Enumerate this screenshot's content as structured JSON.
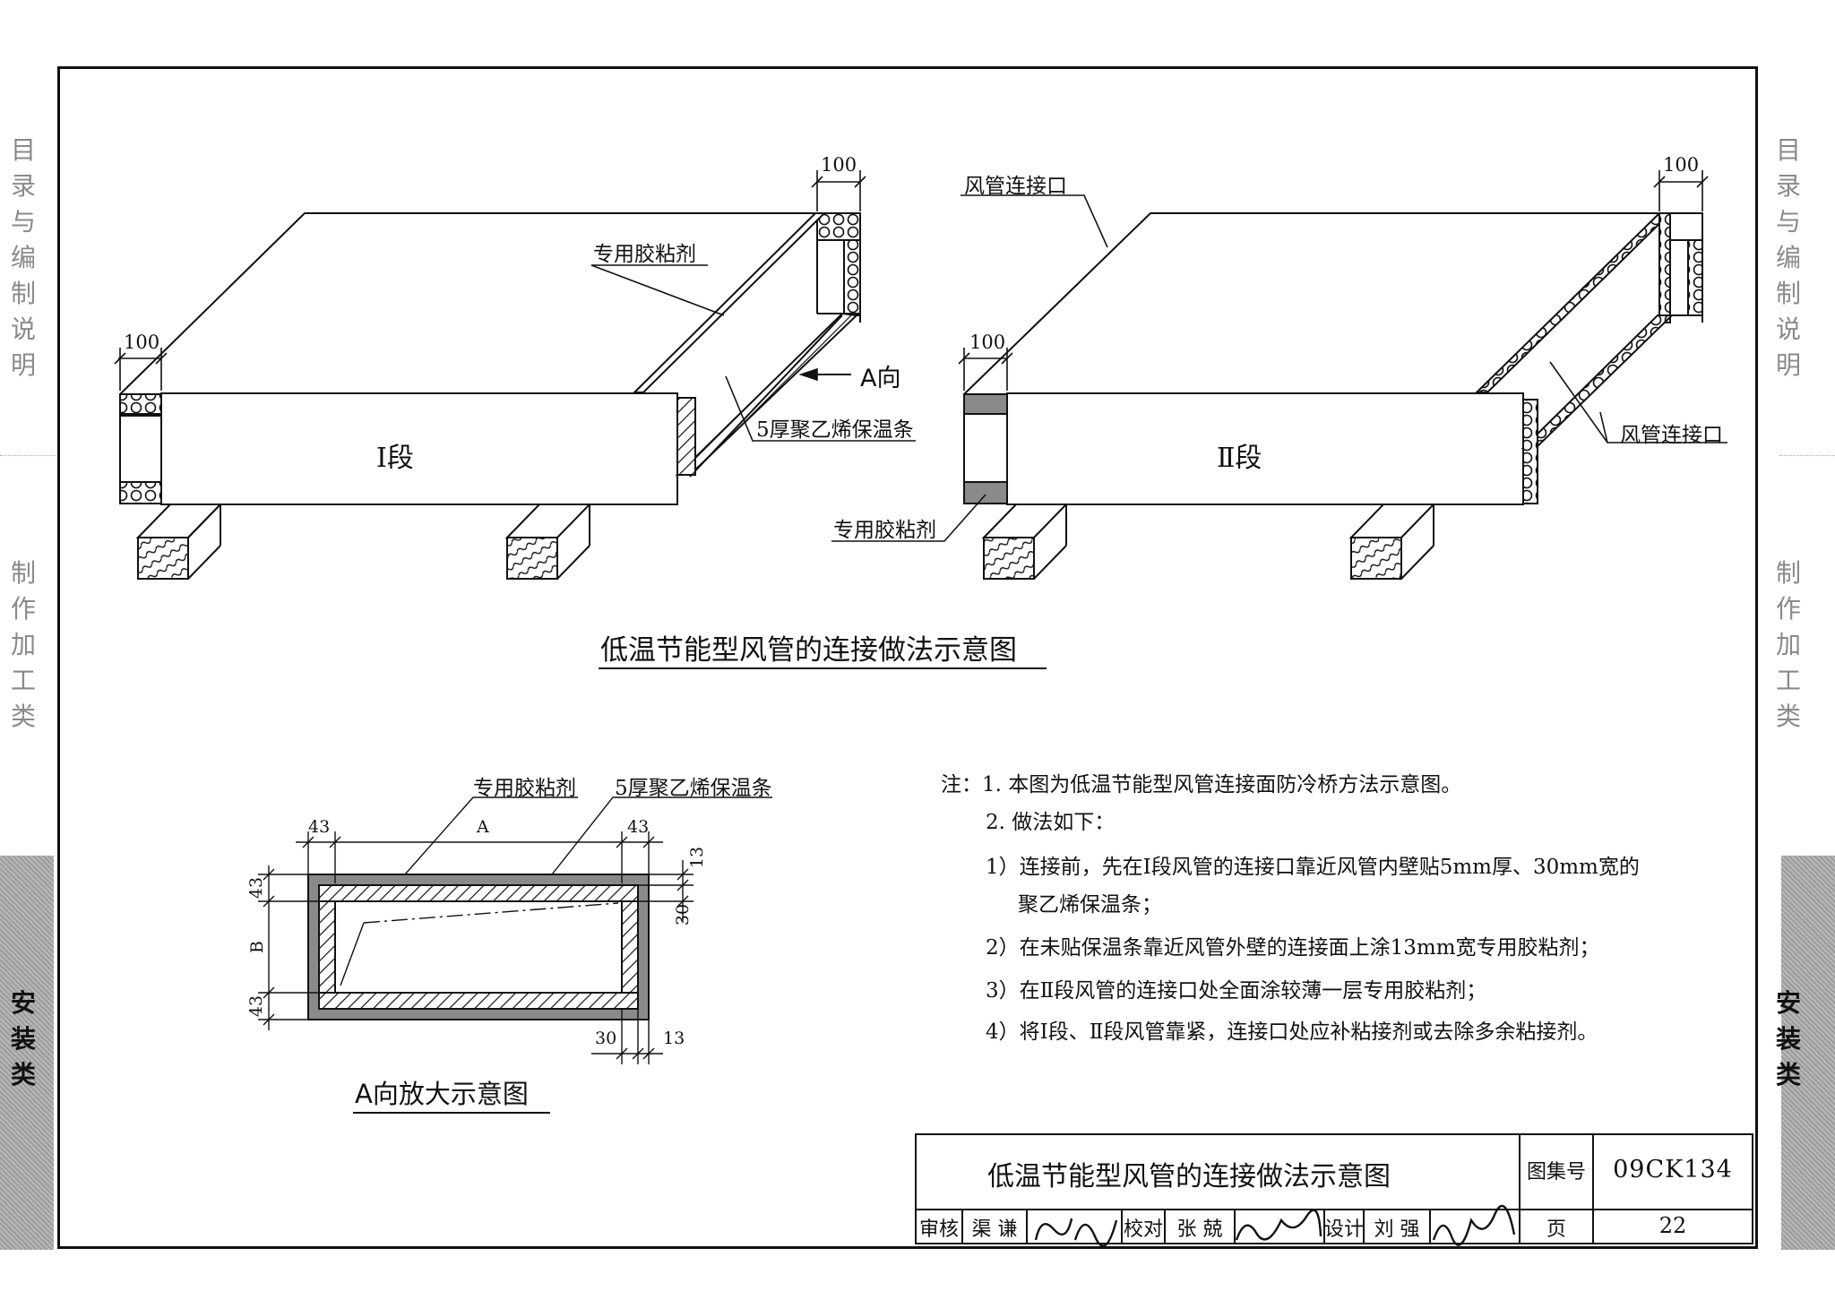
{
  "side_nav": {
    "left": [
      {
        "label": "目录与编制说明",
        "state": "faint"
      },
      {
        "label": "制作加工类",
        "state": "faint"
      },
      {
        "label": "安装类",
        "state": "active"
      }
    ],
    "right": [
      {
        "label": "目录与编制说明",
        "state": "faint"
      },
      {
        "label": "制作加工类",
        "state": "faint"
      },
      {
        "label": "安装类",
        "state": "active"
      }
    ]
  },
  "diagram": {
    "section1": {
      "label": "Ⅰ段",
      "dim_top": "100",
      "dim_left": "100",
      "adhesive": "专用胶粘剂",
      "strip": "5厚聚乙烯保温条",
      "view_arrow": "A向"
    },
    "section2": {
      "label": "Ⅱ段",
      "dim_top": "100",
      "dim_left": "100",
      "connector_top": "风管连接口",
      "connector_right": "风管连接口",
      "adhesive": "专用胶粘剂"
    },
    "main_title": "低温节能型风管的连接做法示意图",
    "detail": {
      "title": "A向放大示意图",
      "adhesive": "专用胶粘剂",
      "strip": "5厚聚乙烯保温条",
      "dim_43_top_left": "43",
      "dim_A": "A",
      "dim_43_top_right": "43",
      "dim_13_right": "13",
      "dim_30_right": "30",
      "dim_43_left_top": "43",
      "dim_B": "B",
      "dim_43_left_bottom": "43",
      "dim_30_bottom": "30",
      "dim_13_bottom": "13"
    }
  },
  "notes": {
    "line1": "注：1. 本图为低温节能型风管连接面防冷桥方法示意图。",
    "line2": "2. 做法如下：",
    "line3": "1）连接前，先在Ⅰ段风管的连接口靠近风管内壁贴5mm厚、30mm宽的",
    "line4": "聚乙烯保温条；",
    "line5": "2）在未贴保温条靠近风管外壁的连接面上涂13mm宽专用胶粘剂；",
    "line6": "3）在Ⅱ段风管的连接口处全面涂较薄一层专用胶粘剂；",
    "line7": "4）将Ⅰ段、Ⅱ段风管靠紧，连接口处应补粘接剂或去除多余粘接剂。"
  },
  "title_block": {
    "title": "低温节能型风管的连接做法示意图",
    "atlas_label": "图集号",
    "atlas_no": "09CK134",
    "review_label": "审核",
    "review_name": "渠 谦",
    "check_label": "校对",
    "check_name": "张 兢",
    "design_label": "设计",
    "design_name": "刘 强",
    "page_label": "页",
    "page_no": "22"
  }
}
